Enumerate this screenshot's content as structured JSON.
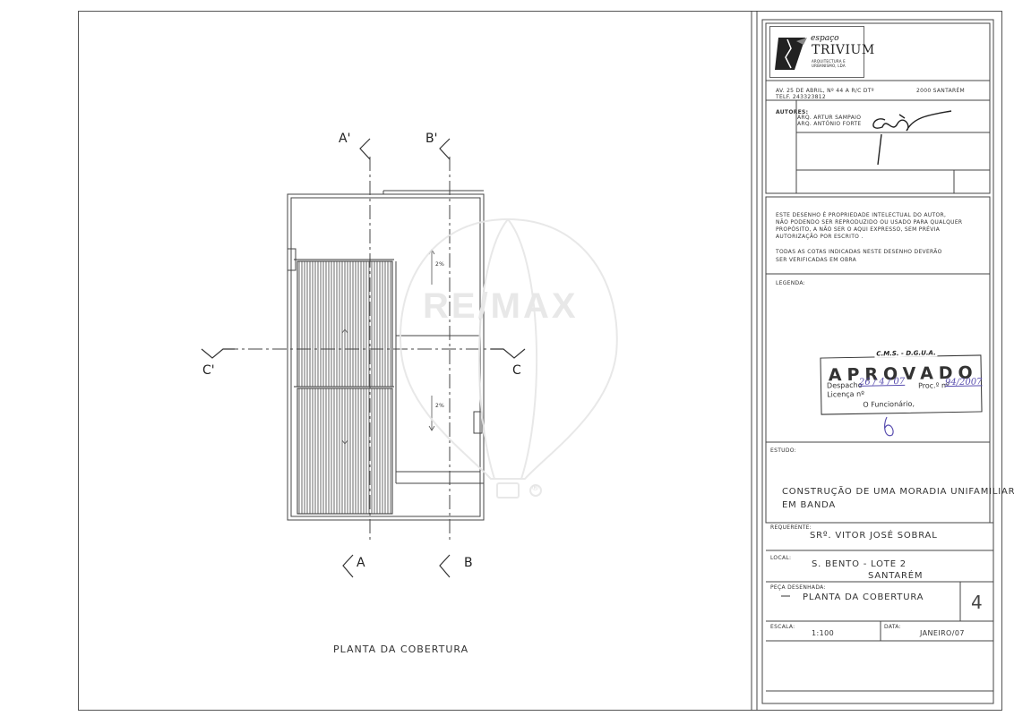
{
  "drawing": {
    "caption": "PLANTA DA COBERTURA",
    "section_labels": {
      "a_top": "A'",
      "b_top": "B'",
      "c_left": "C'",
      "c_right": "C",
      "a_bottom": "A",
      "b_bottom": "B"
    },
    "slope_upper": "2%",
    "slope_lower": "2%"
  },
  "title_block": {
    "logo": {
      "line1": "espaço",
      "line2": "TRIVIUM",
      "line3": "ARQUITECTURA E URBANISMO, LDA"
    },
    "address": "AV. 25 DE ABRIL, Nº 44 A  R/C DTº",
    "phone": "TELF. 243323812",
    "city": "2000 SANTARÉM",
    "authors_label": "AUTORES:",
    "author1": "ARQ. ARTUR SAMPAIO",
    "author2": "ARQ. ANTÓNIO FORTE",
    "notice_lines": [
      "ESTE DESENHO É PROPRIEDADE INTELECTUAL DO AUTOR,",
      "NÃO PODENDO SER REPRODUZIDO OU USADO PARA QUALQUER",
      "PROPÓSITO, A NÃO SER O AQUI EXPRESSO, SEM PRÉVIA",
      "AUTORIZAÇÃO POR ESCRITO ."
    ],
    "dims_lines": [
      "TODAS AS COTAS INDICADAS NESTE DESENHO DEVERÃO",
      "SER VERIFICADAS EM OBRA"
    ],
    "legend_label": "LEGENDA:",
    "stamp": {
      "header": "C.M.S. - D.G.U.A.",
      "title": "APROVADO",
      "despacho_label": "Despacho",
      "despacho_value": "26 / 4 / 07",
      "proc_label": "Proc.º nº",
      "proc_value": "94/2007",
      "licenca_label": "Licença nº",
      "funcionario_label": "O Funcionário,"
    },
    "estudo_label": "ESTUDO:",
    "estudo_line1": "CONSTRUÇÃO DE UMA MORADIA UNIFAMILIAR",
    "estudo_line2": "EM BANDA",
    "requerente_label": "REQUERENTE:",
    "requerente_value": "SRº. VITOR JOSÉ SOBRAL",
    "local_label": "LOCAL:",
    "local_line1": "S. BENTO - LOTE 2",
    "local_line2": "SANTARÉM",
    "peca_label": "PEÇA DESENHADA:",
    "peca_value": "PLANTA DA COBERTURA",
    "sheet_number": "4",
    "escala_label": "ESCALA:",
    "escala_value": "1:100",
    "data_label": "DATA:",
    "data_value": "JANEIRO/07"
  },
  "watermark": {
    "text": "RE/MAX",
    "registered": "®"
  }
}
